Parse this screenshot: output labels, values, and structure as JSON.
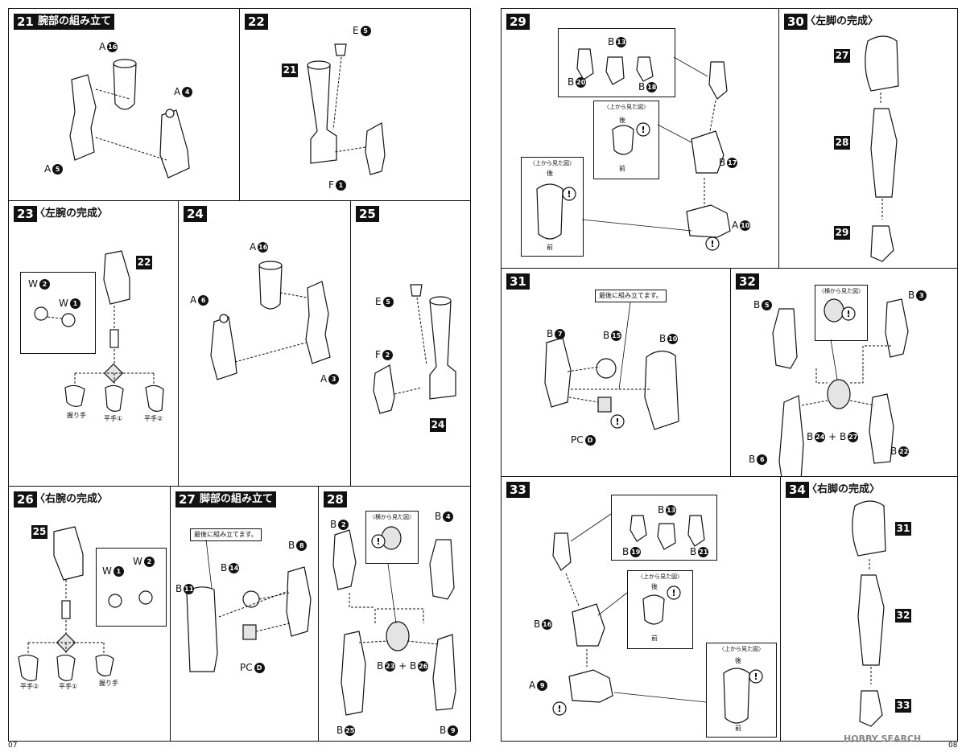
{
  "page_left": {
    "number": "07"
  },
  "page_right": {
    "number": "08"
  },
  "watermark": "HOBBY SEARCH",
  "steps": {
    "s21": {
      "num": "21",
      "title": "腕部の組み立て",
      "labels": {
        "a16": "A",
        "a16n": "16",
        "a4": "A",
        "a4n": "4",
        "a5": "A",
        "a5n": "5"
      }
    },
    "s22": {
      "num": "22",
      "ref": "21",
      "labels": {
        "e5": "E",
        "e5n": "5",
        "f1": "F",
        "f1n": "1"
      }
    },
    "s23": {
      "num": "23",
      "title": "〈左腕の完成〉",
      "ref": "22",
      "labels": {
        "w2": "W",
        "w2n": "2",
        "w1": "W",
        "w1n": "1",
        "h1": "握り手",
        "h2": "平手①",
        "h3": "平手②"
      }
    },
    "s24": {
      "num": "24",
      "labels": {
        "a16": "A",
        "a16n": "16",
        "a6": "A",
        "a6n": "6",
        "a3": "A",
        "a3n": "3"
      }
    },
    "s25": {
      "num": "25",
      "ref": "24",
      "labels": {
        "e5": "E",
        "e5n": "5",
        "f2": "F",
        "f2n": "2"
      }
    },
    "s26": {
      "num": "26",
      "title": "〈右腕の完成〉",
      "ref": "25",
      "labels": {
        "w1": "W",
        "w1n": "1",
        "w2": "W",
        "w2n": "2",
        "h1": "平手②",
        "h2": "平手①",
        "h3": "握り手"
      }
    },
    "s27": {
      "num": "27",
      "title": "脚部の組み立て",
      "note": "最後に組み立てます。",
      "labels": {
        "b11": "B",
        "b11n": "11",
        "b14": "B",
        "b14n": "14",
        "b8": "B",
        "b8n": "8",
        "pc": "PC",
        "pcn": "D"
      }
    },
    "s28": {
      "num": "28",
      "inset": "〈横から見た図〉",
      "labels": {
        "b2": "B",
        "b2n": "2",
        "b4": "B",
        "b4n": "4",
        "b23": "B",
        "b23n": "23",
        "plus": "+",
        "b26": "B",
        "b26n": "26",
        "b25": "B",
        "b25n": "25",
        "b9": "B",
        "b9n": "9"
      }
    },
    "s29": {
      "num": "29",
      "inset_top": "〈上から見た図〉",
      "inset_left": "〈上から見た図〉",
      "rear": "後",
      "front": "前",
      "labels": {
        "b13": "B",
        "b13n": "13",
        "b20": "B",
        "b20n": "20",
        "b18": "B",
        "b18n": "18",
        "b17": "B",
        "b17n": "17",
        "a10": "A",
        "a10n": "10"
      }
    },
    "s30": {
      "num": "30",
      "title": "〈左脚の完成〉",
      "refs": [
        "27",
        "28",
        "29"
      ]
    },
    "s31": {
      "num": "31",
      "note": "最後に組み立てます。",
      "labels": {
        "b7": "B",
        "b7n": "7",
        "b15": "B",
        "b15n": "15",
        "b10": "B",
        "b10n": "10",
        "pc": "PC",
        "pcn": "D"
      }
    },
    "s32": {
      "num": "32",
      "inset": "〈横から見た図〉",
      "labels": {
        "b5": "B",
        "b5n": "5",
        "b3": "B",
        "b3n": "3",
        "b24": "B",
        "b24n": "24",
        "plus": "+",
        "b27": "B",
        "b27n": "27",
        "b22": "B",
        "b22n": "22",
        "b6": "B",
        "b6n": "6"
      }
    },
    "s33": {
      "num": "33",
      "inset_top": "〈上から見た図〉",
      "inset_bottom": "〈上から見た図〉",
      "rear": "後",
      "front": "前",
      "labels": {
        "b13": "B",
        "b13n": "13",
        "b19": "B",
        "b19n": "19",
        "b21": "B",
        "b21n": "21",
        "b16": "B",
        "b16n": "16",
        "a9": "A",
        "a9n": "9"
      }
    },
    "s34": {
      "num": "34",
      "title": "〈右脚の完成〉",
      "refs": [
        "31",
        "32",
        "33"
      ]
    }
  }
}
